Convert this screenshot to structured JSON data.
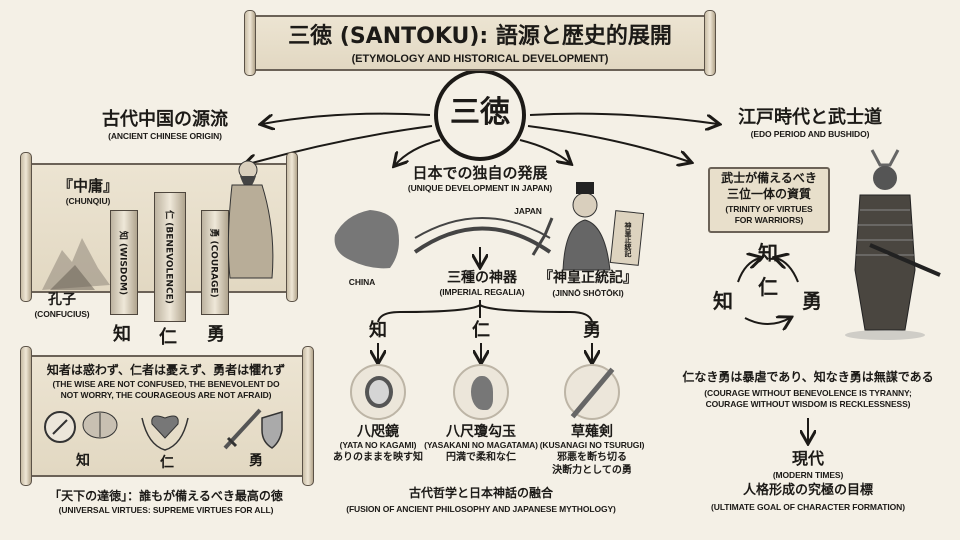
{
  "title": {
    "main": "三徳 (SANTOKU): 語源と歴史的展開",
    "sub": "(ETYMOLOGY AND HISTORICAL DEVELOPMENT)"
  },
  "center": {
    "label": "三徳"
  },
  "left": {
    "heading": "古代中国の源流",
    "heading_en": "(ANCIENT CHINESE ORIGIN)",
    "book": "『中庸』",
    "book_en": "(CHUNQIU)",
    "pillars": [
      "知 (WISDOM)",
      "仁 (BENEVOLENCE)",
      "勇 (COURAGE)"
    ],
    "person": "孔子",
    "person_en": "(CONFUCIUS)",
    "virtues": [
      "知",
      "仁",
      "勇"
    ],
    "quote": "知者は惑わず、仁者は憂えず、勇者は懼れず",
    "quote_en1": "(THE WISE ARE NOT CONFUSED, THE BENEVOLENT DO",
    "quote_en2": "NOT WORRY, THE COURAGEOUS ARE NOT AFRAID)",
    "icon_virtues": [
      "知",
      "仁",
      "勇"
    ],
    "footer": "「天下の達徳」：誰もが備えるべき最高の徳",
    "footer_en": "(UNIVERSAL VIRTUES: SUPREME VIRTUES FOR ALL)"
  },
  "middle": {
    "heading": "日本での独自の発展",
    "heading_en": "(UNIQUE DEVELOPMENT IN JAPAN)",
    "china": "CHINA",
    "japan": "JAPAN",
    "regalia": "三種の神器",
    "regalia_en": "(IMPERIAL REGALIA)",
    "book": "『神皇正統記』",
    "book_en": "(JINNŌ SHŌTŌKI)",
    "book_cover": "神皇正統記",
    "items": [
      {
        "virtue": "知",
        "name": "八咫鏡",
        "romaji": "(YATA NO KAGAMI)",
        "desc": "ありのままを映す知",
        "desc2": ""
      },
      {
        "virtue": "仁",
        "name": "八尺瓊勾玉",
        "romaji": "(YASAKANI NO MAGATAMA)",
        "desc": "円満で柔和な仁",
        "desc2": ""
      },
      {
        "virtue": "勇",
        "name": "草薙剣",
        "romaji": "(KUSANAGI NO TSURUGI)",
        "desc": "邪悪を断ち切る",
        "desc2": "決断力としての勇"
      }
    ],
    "footer": "古代哲学と日本神話の融合",
    "footer_en": "(FUSION OF ANCIENT PHILOSOPHY AND JAPANESE MYTHOLOGY)"
  },
  "right": {
    "heading": "江戸時代と武士道",
    "heading_en": "(EDO PERIOD AND BUSHIDO)",
    "box1": "武士が備えるべき",
    "box2": "三位一体の資質",
    "box_en1": "(TRINITY OF VIRTUES",
    "box_en2": "FOR WARRIORS)",
    "cycle_top": "知",
    "cycle_center": "仁",
    "cycle_left": "知",
    "cycle_right": "勇",
    "quote": "仁なき勇は暴虐であり、知なき勇は無謀である",
    "quote_en1": "(COURAGE WITHOUT BENEVOLENCE IS TYRANNY;",
    "quote_en2": "COURAGE WITHOUT WISDOM IS RECKLESSNESS)",
    "modern": "現代",
    "modern_en": "(MODERN TIMES)",
    "goal": "人格形成の究極の目標",
    "goal_en": "(ULTIMATE GOAL OF CHARACTER FORMATION)"
  }
}
